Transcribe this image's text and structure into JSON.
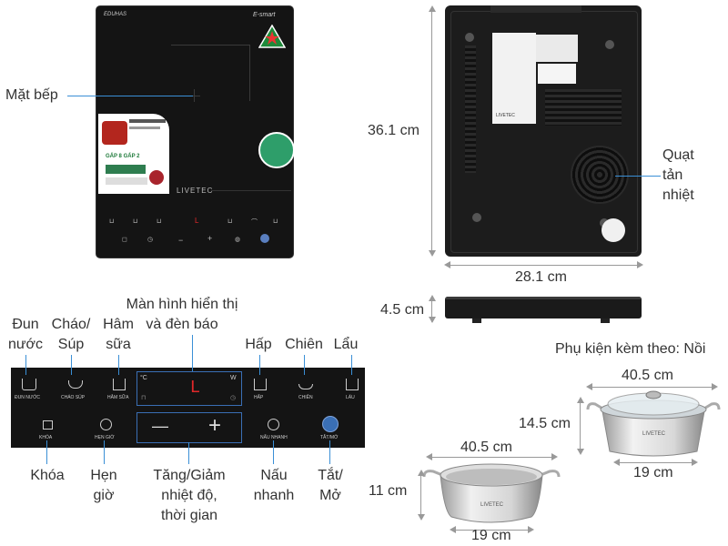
{
  "top_view": {
    "brand": "EDUHAS",
    "model_badge": "E-smart",
    "product_logo": "LIVETEC",
    "label_mat_bep": "Mặt bếp",
    "promo_line": "GẤP 8 GẤP 2"
  },
  "bottom_view": {
    "height_label": "36.1 cm",
    "width_label": "28.1 cm",
    "fan_label": "Quạt\ntản\nnhiệt",
    "fan_label_l1": "Quạt",
    "fan_label_l2": "tản",
    "fan_label_l3": "nhiệt",
    "bottom_brand": "LIVETEC"
  },
  "side_view": {
    "thickness_label": "4.5 cm"
  },
  "control_panel": {
    "top_labels": [
      {
        "l1": "Đun",
        "l2": "nước"
      },
      {
        "l1": "Cháo/",
        "l2": "Súp"
      },
      {
        "l1": "Hâm",
        "l2": "sữa"
      },
      {
        "l1": "Màn hình hiển thị",
        "l2": "và đèn báo"
      },
      {
        "l1": "Hấp",
        "l2": ""
      },
      {
        "l1": "Chiên",
        "l2": ""
      },
      {
        "l1": "Lẩu",
        "l2": ""
      }
    ],
    "bottom_labels": [
      {
        "l1": "Khóa",
        "l2": "",
        "l3": ""
      },
      {
        "l1": "Hẹn",
        "l2": "giờ",
        "l3": ""
      },
      {
        "l1": "Tăng/Giảm",
        "l2": "nhiệt độ,",
        "l3": "thời gian"
      },
      {
        "l1": "Nấu",
        "l2": "nhanh",
        "l3": ""
      },
      {
        "l1": "Tắt/",
        "l2": "Mở",
        "l3": ""
      }
    ],
    "panel_texts": [
      "ĐUN NƯỚC",
      "CHÁO SÚP",
      "HÂM SỮA",
      "HẤP",
      "CHIÊN",
      "LẨU",
      "KHÓA",
      "HẸN GIỜ",
      "NẤU NHANH",
      "TẮT/MỞ"
    ],
    "display_unit_c": "°C",
    "display_unit_w": "W",
    "display_digit": "L",
    "minus": "—",
    "plus": "+"
  },
  "accessories": {
    "title": "Phụ kiện kèm theo: Nồi",
    "pot1": {
      "top_width": "40.5 cm",
      "height": "14.5 cm",
      "bottom_width": "19 cm",
      "brand": "LIVETEC"
    },
    "pot2": {
      "top_width": "40.5 cm",
      "height": "11 cm",
      "bottom_width": "19 cm",
      "brand": "LIVETEC"
    }
  },
  "colors": {
    "line_blue": "#3a8fd6",
    "cooktop_black": "#151515",
    "display_red": "#e0282a",
    "panel_blue": "#3a6fb5"
  }
}
